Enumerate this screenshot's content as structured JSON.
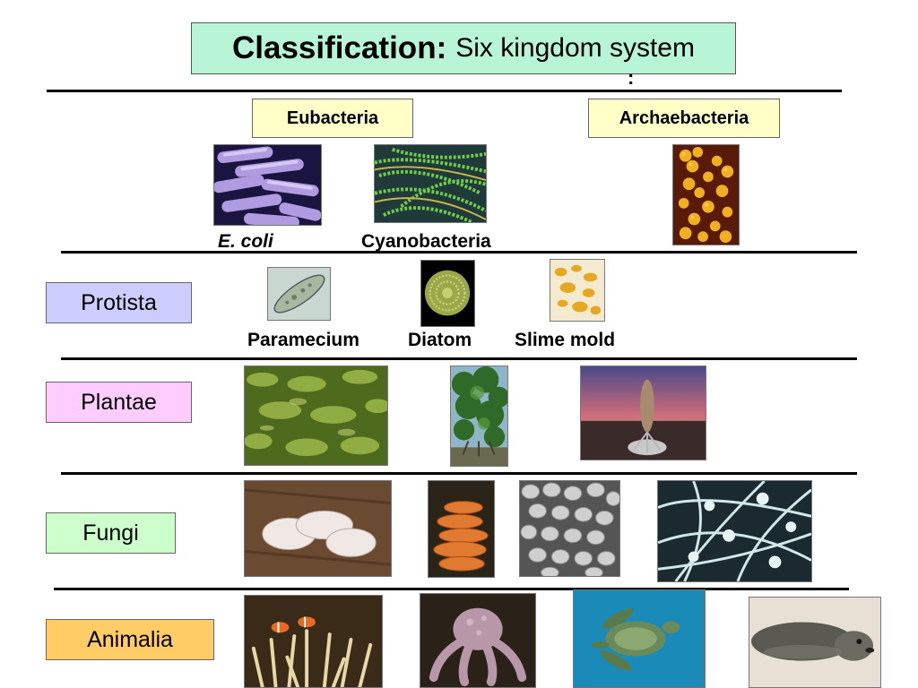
{
  "title": {
    "bold": "Classification:",
    "rest": "Six kingdom system",
    "trailing_colon": ":"
  },
  "subkingdoms": {
    "eubacteria": "Eubacteria",
    "archaebacteria": "Archaebacteria"
  },
  "kingdoms": {
    "protista": "Protista",
    "plantae": "Plantae",
    "fungi": "Fungi",
    "animalia": "Animalia"
  },
  "captions": {
    "ecoli": "E. coli",
    "cyanobacteria": "Cyanobacteria",
    "paramecium": "Paramecium",
    "diatom": "Diatom",
    "slime_mold": "Slime mold"
  },
  "colors": {
    "title_bg": "#b8f5d6",
    "protista_bg": "#ccccff",
    "plantae_bg": "#ffccff",
    "fungi_bg": "#ccffcc",
    "animalia_bg": "#ffcc66",
    "subkingdom_bg": "#ffffc8"
  }
}
